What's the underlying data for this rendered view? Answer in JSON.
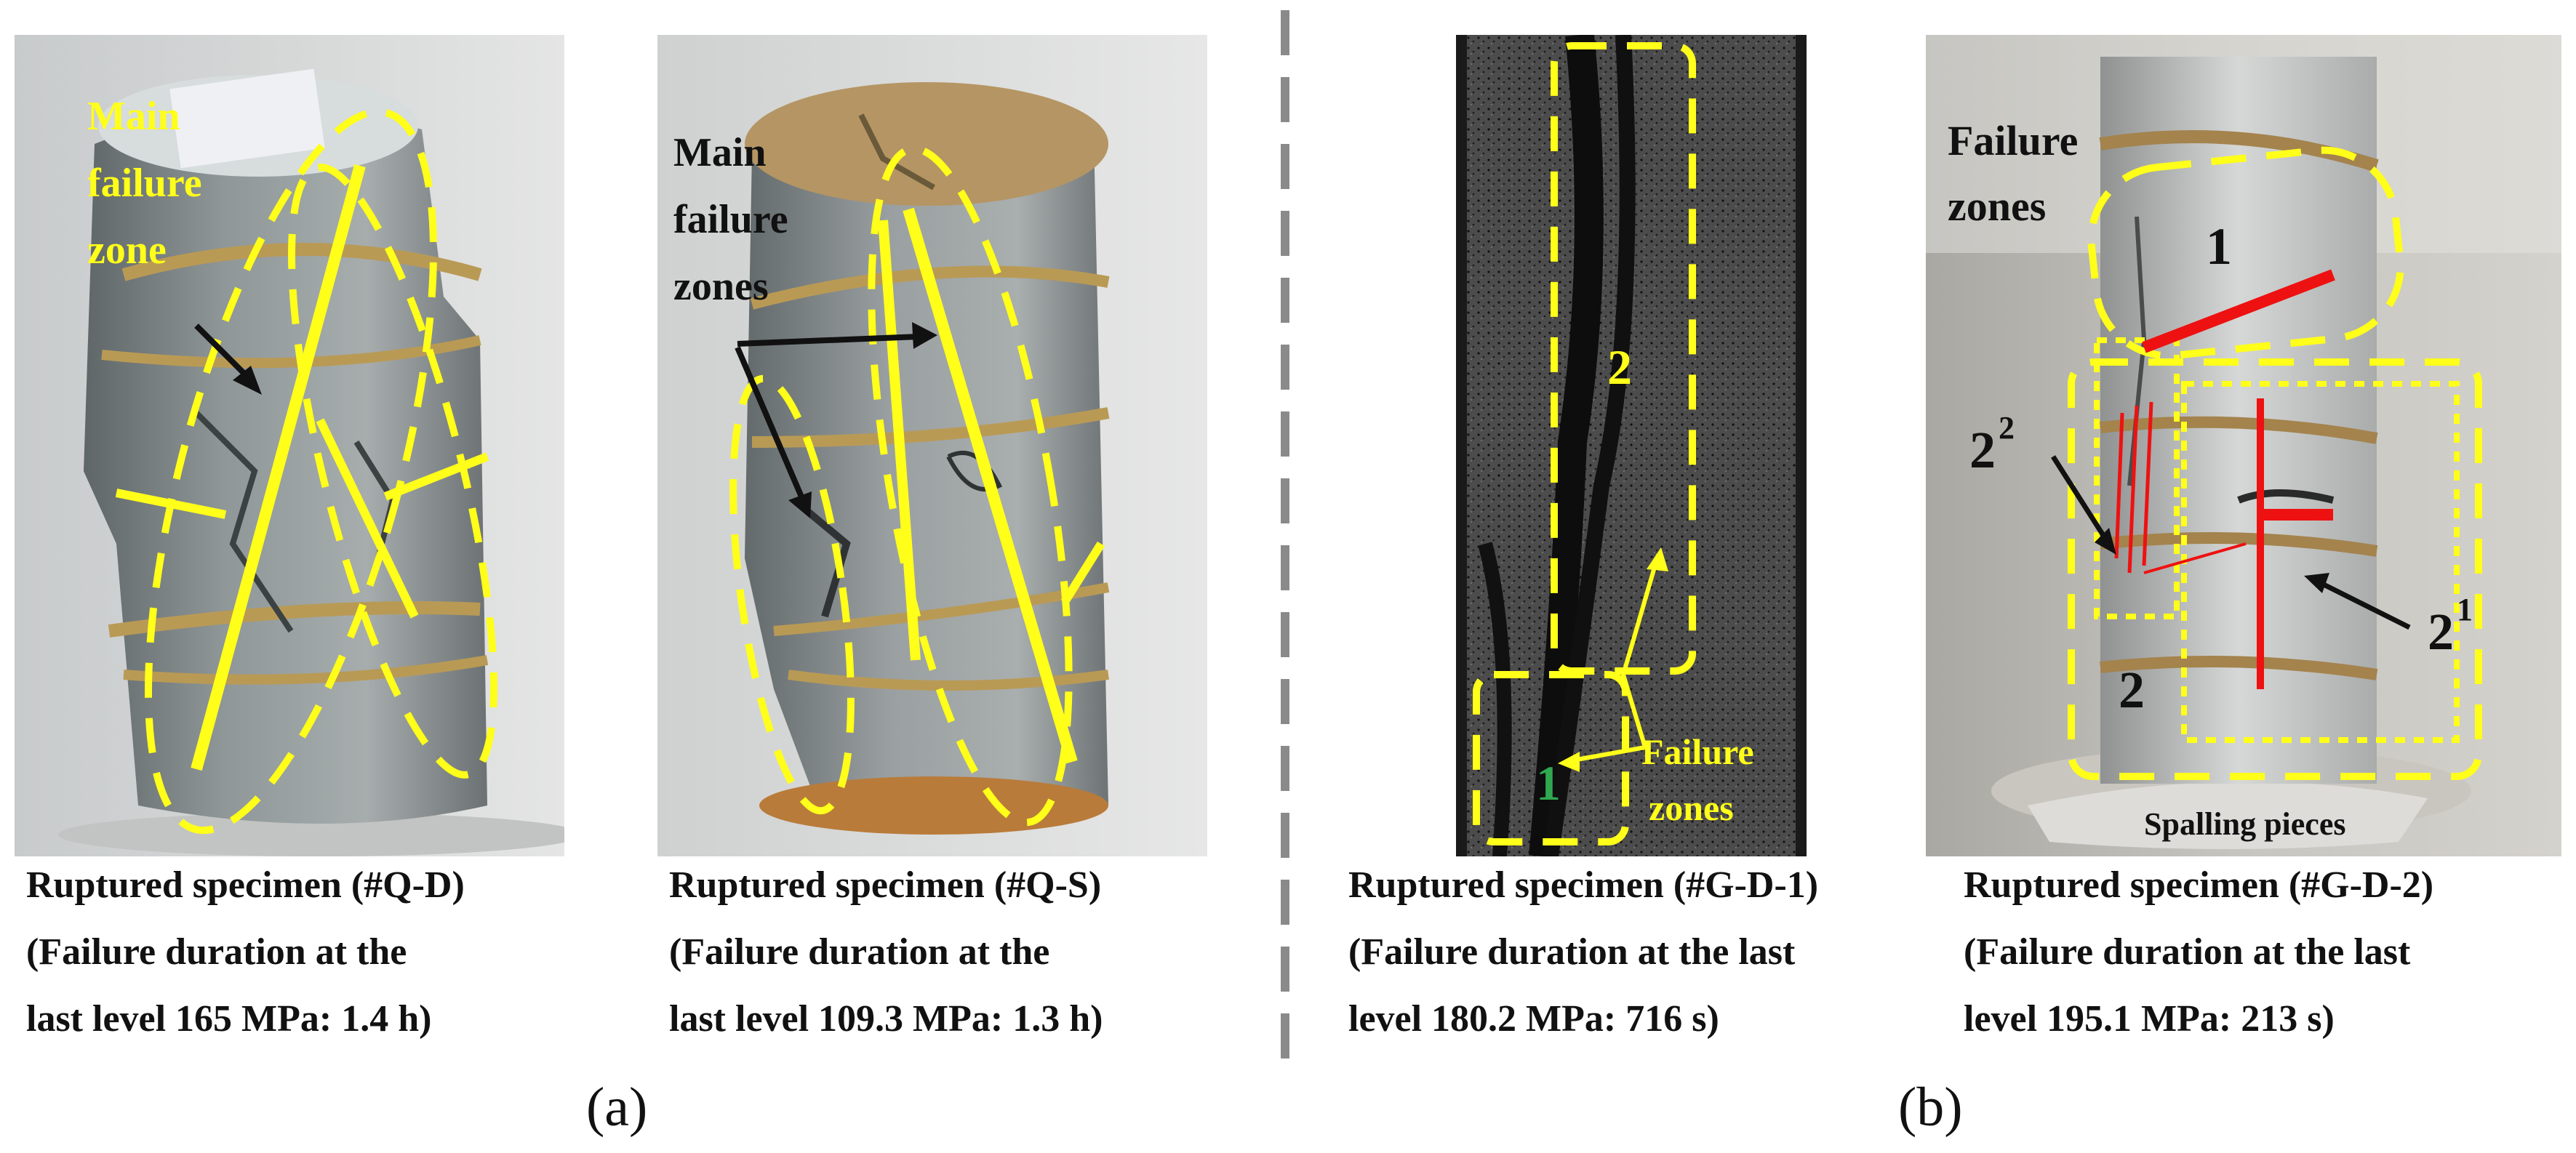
{
  "panels": [
    {
      "id": "a",
      "label": "(a)",
      "photos": [
        {
          "annotation_lines": [
            "Main",
            "failure",
            "zone"
          ],
          "caption": [
            "Ruptured specimen (#Q-D)",
            "(Failure duration at the",
            "last level 165 MPa: 1.4 h)"
          ]
        },
        {
          "annotation_lines": [
            "Main",
            "failure",
            "zones"
          ],
          "caption": [
            "Ruptured specimen (#Q-S)",
            "(Failure duration at the",
            "last level 109.3 MPa: 1.3 h)"
          ]
        }
      ]
    },
    {
      "id": "b",
      "label": "(b)",
      "photos": [
        {
          "zone_labels": [
            "2",
            "1"
          ],
          "annotation_lines": [
            "Failure",
            "zones"
          ],
          "caption": [
            "Ruptured specimen (#G-D-1)",
            "(Failure duration at the last",
            "level 180.2 MPa: 716 s)"
          ]
        },
        {
          "annotation_lines": [
            "Failure",
            "zones"
          ],
          "zone_labels": [
            "1",
            "2",
            "2",
            "2",
            "2",
            "1"
          ],
          "zone_label_text": {
            "one": "1",
            "two": "2",
            "sup_two": "2",
            "sup_one": "1"
          },
          "spalling_label": "Spalling pieces",
          "caption": [
            "Ruptured specimen (#G-D-2)",
            "(Failure duration at the last",
            "level 195.1 MPa: 213 s)"
          ]
        }
      ]
    }
  ],
  "colors": {
    "annotation_yellow": "#ffff1a",
    "crack_red": "#ee1111",
    "divider_gray": "#8a8a8a",
    "arrow_black": "#111111"
  }
}
